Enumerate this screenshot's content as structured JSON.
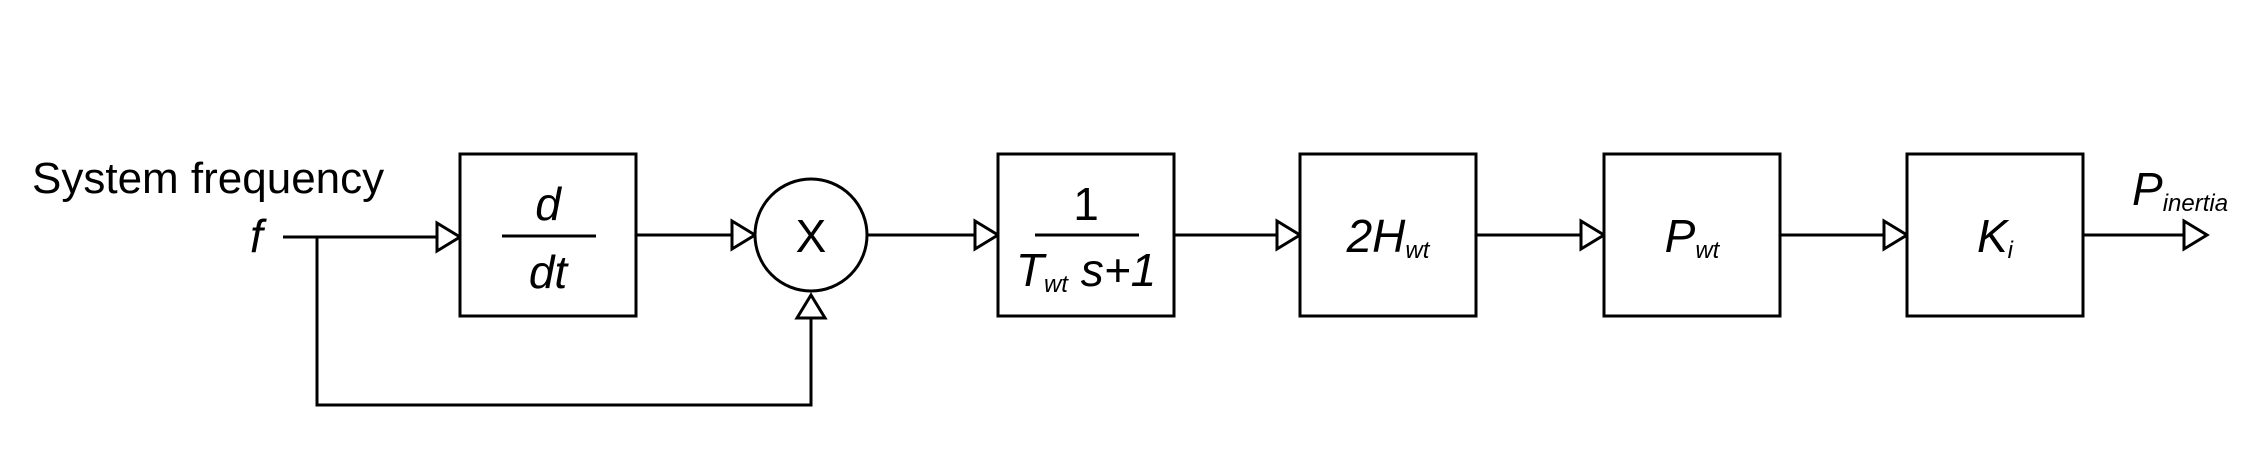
{
  "input": {
    "label": "System frequency",
    "symbol": "f"
  },
  "derivative": {
    "numerator": "d",
    "denominator": "dt"
  },
  "multiplier": {
    "symbol": "X"
  },
  "lag": {
    "numerator": "1",
    "denominator_base": "T",
    "denominator_sub": "wt",
    "denominator_tail": " s+1"
  },
  "inertia_gain": {
    "base": "2H",
    "sub": "wt"
  },
  "power_block": {
    "base": "P",
    "sub": "wt"
  },
  "ki_block": {
    "base": "K",
    "sub": "i"
  },
  "output": {
    "base": "P",
    "sub": "inertia"
  },
  "colors": {
    "stroke": "#000000",
    "background": "#ffffff"
  }
}
